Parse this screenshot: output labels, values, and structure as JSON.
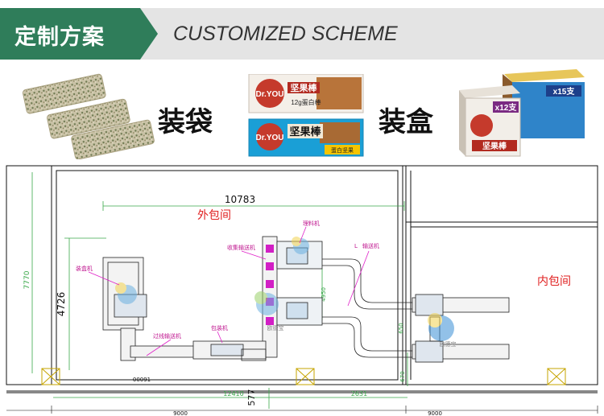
{
  "header": {
    "title_cn": "定制方案",
    "title_en": "CUSTOMIZED SCHEME"
  },
  "products": {
    "bagging_label": "装袋",
    "boxing_label": "装盒",
    "wrapper_brand": "Dr.YOU",
    "wrapper_text_1": "坚果棒",
    "wrapper_text_2": "12g蛋白棒",
    "wrapper_text_3": "坚果棒",
    "wrapper_text_4": "蛋白坚果",
    "box_count_1": "x12支",
    "box_count_2": "x15支",
    "box_text": "坚果棒"
  },
  "drawing": {
    "outer_room": "外包间",
    "inner_room": "内包间",
    "dim_top": "10783",
    "dim_left_outer": "7770",
    "dim_left_inner": "4726",
    "dim_bottom_left": "12410",
    "dim_bottom_mid": "577",
    "dim_bottom_right": "2631",
    "dim_axis_left": "9000",
    "dim_axis_right": "9000",
    "dim_vertical_mid": "4950",
    "dim_vertical_right": "650",
    "dim_right_small": "670",
    "dim_line_mark": "00091",
    "label_boxing_machine": "装盒机",
    "label_collect_conveyor": "收集输送机",
    "label_feeder": "理料机",
    "label_conveyor": "输送机",
    "label_transition_conveyor": "过线输送机",
    "label_packaging_machine": "包装机",
    "label_conveyor_prefix": "L",
    "watermark": "欧德宝"
  },
  "colors": {
    "banner_green": "#2f7d5a",
    "banner_grey": "#e4e4e4",
    "dimension_green": "#3aa84a",
    "room_label_red": "#e02020",
    "leader_magenta": "#e020c8",
    "block_magenta": "#d21fc5"
  }
}
